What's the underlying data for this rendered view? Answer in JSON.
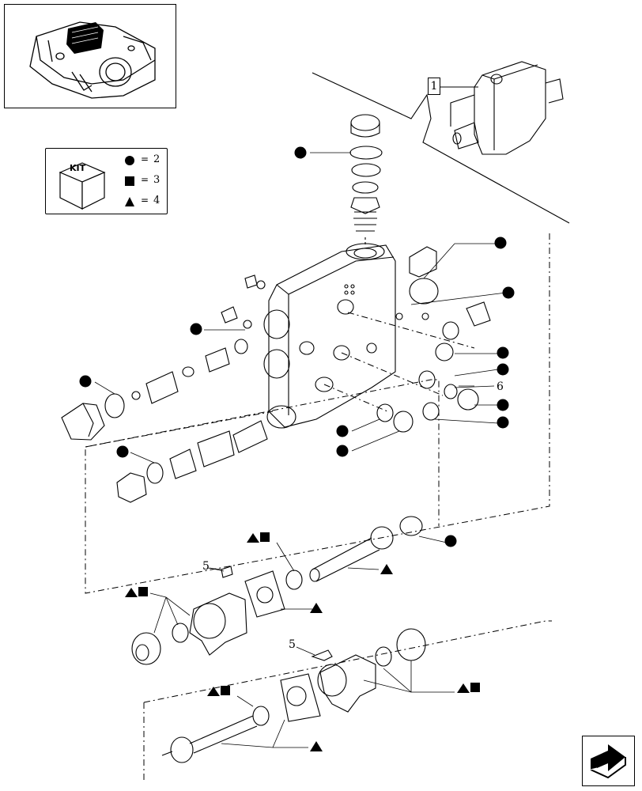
{
  "kit": {
    "label": "KIT",
    "rows": [
      {
        "symbol": "circle",
        "eq": "=",
        "qty": "2"
      },
      {
        "symbol": "square",
        "eq": "=",
        "qty": "3"
      },
      {
        "symbol": "triangle",
        "eq": "=",
        "qty": "4"
      }
    ]
  },
  "reference_box": "1",
  "callouts": {
    "c5a": "5",
    "c5b": "5",
    "c6": "6"
  },
  "icons": {
    "thumbnail": "tractor-rear-housing-thumbnail",
    "nav": "next-page-arrow-icon"
  }
}
